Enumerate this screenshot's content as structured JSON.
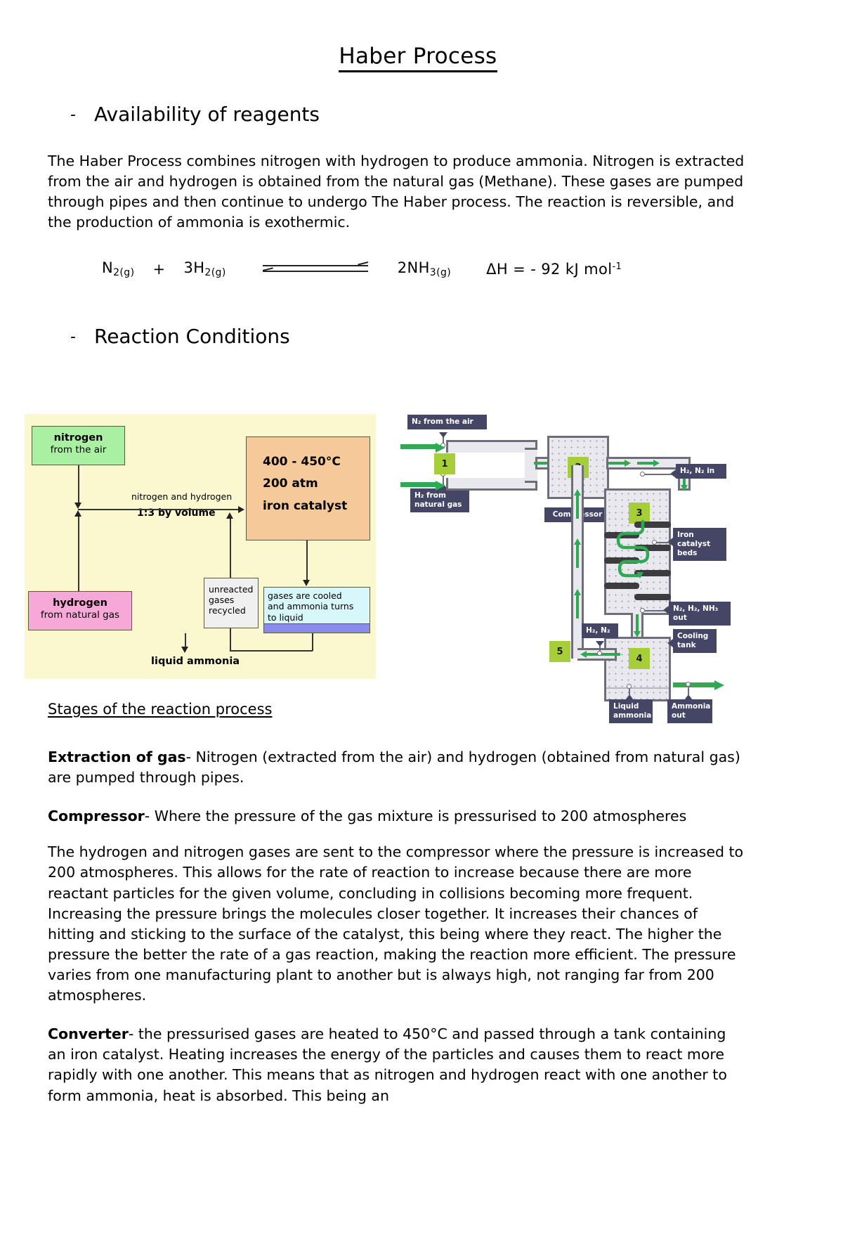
{
  "document": {
    "title": "Haber Process",
    "headings": [
      {
        "bullet": "-",
        "text": "Availability of reagents"
      },
      {
        "bullet": "-",
        "text": "Reaction Conditions"
      }
    ],
    "intro_paragraph": "The Haber Process combines nitrogen with hydrogen to produce ammonia. Nitrogen is extracted from the air and hydrogen is obtained from the natural gas (Methane). These gases are pumped through pipes and then continue to undergo The Haber process. The reaction is reversible, and the production of ammonia is exothermic.",
    "equation": {
      "reactant1": "N",
      "reactant1_sub": "2(g)",
      "plus": "+",
      "reactant2": "3H",
      "reactant2_sub": "2(g)",
      "product": "2NH",
      "product_sub": "3(g)",
      "enthalpy_symbol": "ΔH",
      "enthalpy_equals": "=",
      "enthalpy_value": "- 92 kJ mol",
      "enthalpy_exponent": "-1"
    },
    "stages_heading": "Stages of the reaction process",
    "stages": [
      {
        "lead": "Extraction of gas",
        "body": "- Nitrogen (extracted from the air) and hydrogen (obtained from natural gas) are pumped through pipes."
      },
      {
        "lead": "Compressor",
        "body": "- Where the pressure of the gas mixture is pressurised to 200 atmospheres"
      }
    ],
    "compressor_detail": "The hydrogen and nitrogen gases are sent to the compressor where the pressure is increased to 200 atmospheres. This allows for the rate of reaction to increase because there are more reactant particles for the given volume, concluding in collisions becoming more frequent. Increasing the pressure brings the molecules closer together. It increases their chances of hitting and sticking to the surface of the catalyst, this being where they react. The higher the pressure the better the rate of a gas reaction, making the reaction more efficient. The pressure varies from one manufacturing plant to another but is always high, not ranging far from 200 atmospheres.",
    "converter": {
      "lead": "Converter",
      "body": "- the pressurised gases are heated to 450°C and passed through a tank containing an iron catalyst. Heating increases the energy of the particles and causes them to react more rapidly with one another. This means that as nitrogen and hydrogen react with one another to form ammonia, heat is absorbed. This being an"
    }
  },
  "diagram1": {
    "background_color": "#fbf8cf",
    "nitrogen_box": {
      "bold": "nitrogen",
      "sub": "from the air",
      "color": "#a9f0a2"
    },
    "hydrogen_box": {
      "bold": "hydrogen",
      "sub": "from natural gas",
      "color": "#f7a8d8"
    },
    "mix_label_line1": "nitrogen and hydrogen",
    "mix_label_line2": "1:3 by volume",
    "conditions_box": {
      "line1": "400 - 450°C",
      "line2": "200 atm",
      "line3": "iron catalyst",
      "color": "#f5c99a"
    },
    "recycled_box": {
      "line1": "unreacted",
      "line2": "gases",
      "line3": "recycled",
      "color": "#f0f0f0"
    },
    "cooled_box": {
      "line1": "gases are cooled",
      "line2": "and ammonia turns",
      "line3": "to liquid",
      "color": "#d8f7fb"
    },
    "output_label": "liquid ammonia"
  },
  "diagram2": {
    "labels": {
      "n2_air": "N₂ from the air",
      "h2_natural_gas_l1": "H₂ from",
      "h2_natural_gas_l2": "natural gas",
      "compressor": "Compressor",
      "h2_n2_in": "H₂, N₂ in",
      "iron_catalyst_l1": "Iron catalyst",
      "iron_catalyst_l2": "beds",
      "n2_h2_nh3_out": "N₂, H₂, NH₃ out",
      "cooling_tank_l1": "Cooling",
      "cooling_tank_l2": "tank",
      "h2_n2_recycle": "H₂, N₂",
      "liquid_ammonia_l1": "Liquid",
      "liquid_ammonia_l2": "ammonia",
      "ammonia_out_l1": "Ammonia",
      "ammonia_out_l2": "out"
    },
    "step_numbers": [
      "1",
      "2",
      "3",
      "4",
      "5"
    ],
    "colors": {
      "label_bg": "#454566",
      "number_bg": "#a6ce39",
      "flow_arrow": "#2faa52",
      "vessel_fill": "#e8e8ee",
      "vessel_border": "#6e6e78",
      "catalyst_bed": "#3b3b40"
    }
  }
}
